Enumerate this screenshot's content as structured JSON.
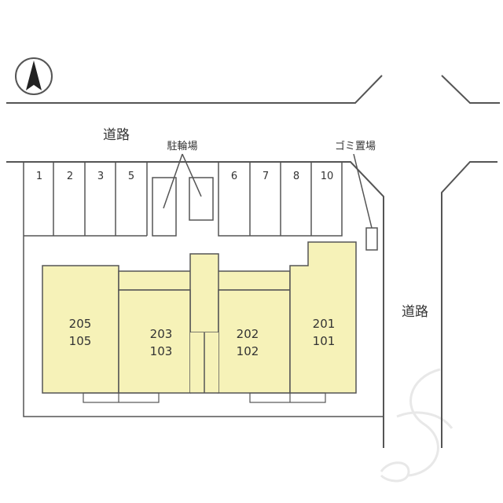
{
  "roads": {
    "top_label": "道路",
    "right_label": "道路"
  },
  "labels": {
    "bicycle_parking": "駐輪場",
    "garbage": "ゴミ置場"
  },
  "parking_left": [
    "1",
    "2",
    "3",
    "5"
  ],
  "parking_right": [
    "6",
    "7",
    "8",
    "10"
  ],
  "units": [
    {
      "upper": "205",
      "lower": "105"
    },
    {
      "upper": "203",
      "lower": "103"
    },
    {
      "upper": "202",
      "lower": "102"
    },
    {
      "upper": "201",
      "lower": "101"
    }
  ],
  "colors": {
    "building": "#f6f2b8",
    "lines": "#555555",
    "watermark": "#e6e6e6"
  },
  "icons": {
    "north": "north-arrow-icon",
    "watermark": "watermark-logo"
  }
}
